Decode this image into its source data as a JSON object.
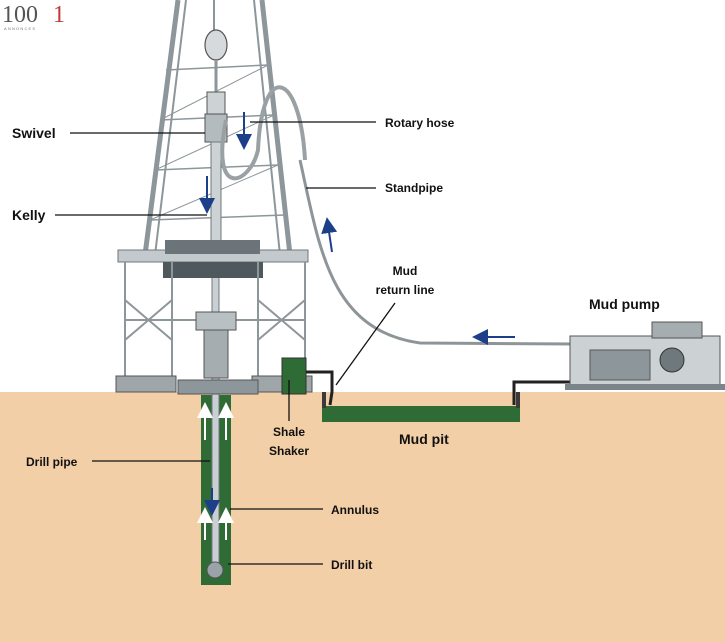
{
  "logo": {
    "digits": "100",
    "last_digit": "1",
    "sub": "ANNONCES"
  },
  "labels": {
    "swivel": "Swivel",
    "kelly": "Kelly",
    "rotary_hose": "Rotary hose",
    "standpipe": "Standpipe",
    "mud_line1": "Mud",
    "mud_line2": "return line",
    "mud_pump": "Mud pump",
    "shale_line1": "Shale",
    "shale_line2": "Shaker",
    "mud_pit": "Mud pit",
    "drill_pipe": "Drill pipe",
    "annulus": "Annulus",
    "drill_bit": "Drill bit"
  },
  "colors": {
    "ground": "#f2cfa6",
    "mud": "#2f6b35",
    "steel": "#b9c0c4",
    "steel_dark": "#6f787c",
    "arrow_blue": "#1d3f8a",
    "logo_red": "#c0393b"
  }
}
